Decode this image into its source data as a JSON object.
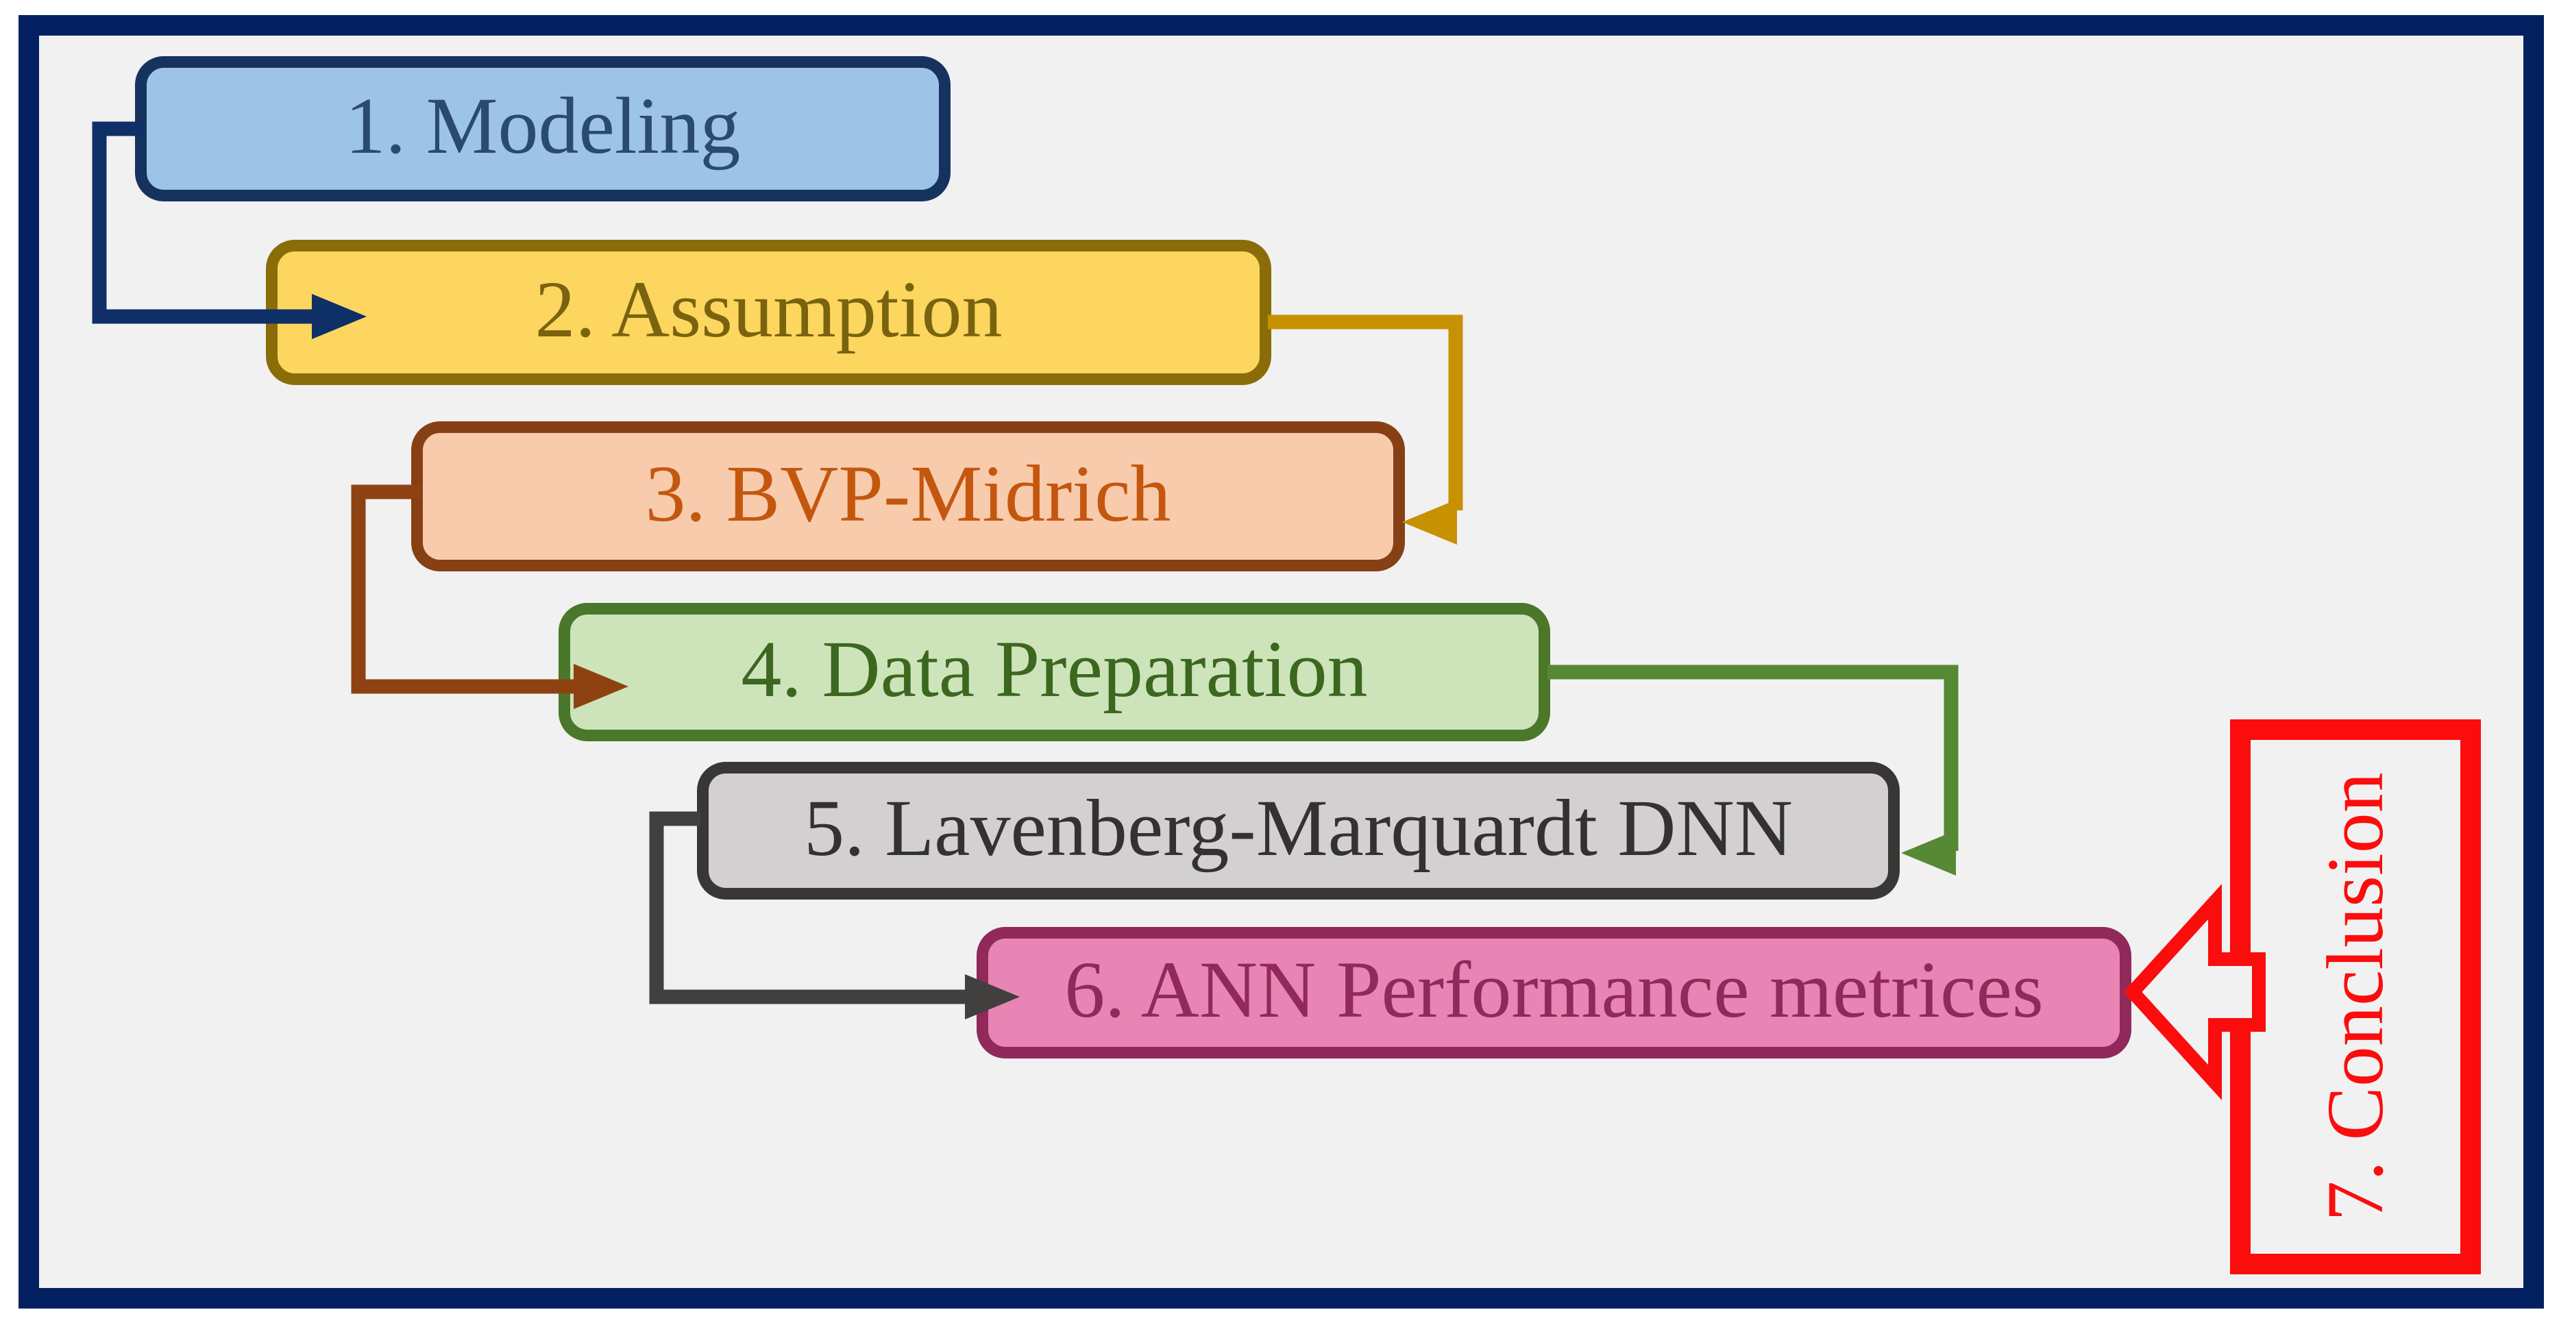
{
  "canvas": {
    "background": "#f1f1f2",
    "frame_color": "#032160",
    "page_background": "#ffffff"
  },
  "boxes": [
    {
      "id": "modeling",
      "label": "1. Modeling",
      "fill": "#9dc3e6",
      "border": "#16325f",
      "text_color": "#2b4a72"
    },
    {
      "id": "assumption",
      "label": "2. Assumption",
      "fill": "#fcd65e",
      "border": "#8a6d08",
      "text_color": "#79630f"
    },
    {
      "id": "bvp-midrich",
      "label": "3. BVP-Midrich",
      "fill": "#f8cbad",
      "border": "#873f14",
      "text_color": "#c4570e"
    },
    {
      "id": "data-preparation",
      "label": "4. Data Preparation",
      "fill": "#cde4ba",
      "border": "#4b772b",
      "text_color": "#3b671e"
    },
    {
      "id": "lavenberg-marquardt-dnn",
      "label": "5. Lavenberg-Marquardt DNN",
      "fill": "#d2d0d1",
      "border": "#393636",
      "text_color": "#343131"
    },
    {
      "id": "ann-performance-metrices",
      "label": "6. ANN Performance metrices",
      "fill": "#e885b4",
      "border": "#91295b",
      "text_color": "#91295b"
    },
    {
      "id": "conclusion",
      "label": "7. Conclusion",
      "fill": "#f1f1f2",
      "border": "#fb0d0d",
      "text_color": "#fb0d0d"
    }
  ],
  "connectors": [
    {
      "name": "modeling-to-assumption",
      "color": "#0f2f67"
    },
    {
      "name": "assumption-to-bvp-midrich",
      "color": "#c79102"
    },
    {
      "name": "bvp-midrich-to-data-preparation",
      "color": "#8e4212"
    },
    {
      "name": "data-preparation-to-lavenberg-marquardt",
      "color": "#578834"
    },
    {
      "name": "lavenberg-marquardt-to-ann-performance",
      "color": "#423f3f"
    },
    {
      "name": "conclusion-to-ann-performance",
      "color": "#fb0d0d"
    }
  ]
}
